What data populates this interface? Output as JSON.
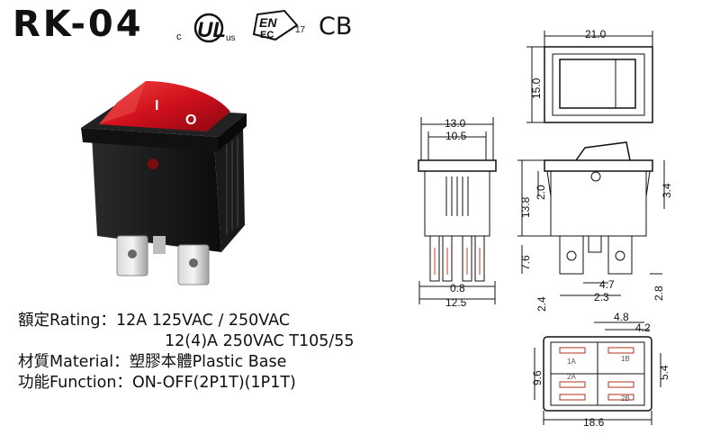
{
  "header": {
    "model": "RK-04",
    "cert_ul_c": "c",
    "cert_ul_us": "us",
    "cert_enec": "EN",
    "cert_enec_sub": "17",
    "cert_cb": "CB"
  },
  "photo": {
    "mark_on": "I",
    "mark_off": "O",
    "accent_red": "#d0101c",
    "body_color": "#161616"
  },
  "specs": {
    "rating_label": "額定Rating：",
    "rating_line1": "12A 125VAC / 250VAC",
    "rating_line2": "12(4)A 250VAC T105/55",
    "material_label": "材質Material：",
    "material_value": "塑膠本體Plastic Base",
    "function_label": "功能Function：",
    "function_value": "ON-OFF(2P1T)(1P1T)"
  },
  "dims": {
    "top_width": "21.0",
    "top_height": "15.0",
    "side_outer": "13.0",
    "side_inner": "10.5",
    "side_small": "0.8",
    "side_bottom": "12.5",
    "front_height": "13.8",
    "front_20": "2.0",
    "front_34": "3.4",
    "front_76": "7.6",
    "front_47": "4.7",
    "front_23": "2.3",
    "front_24": "2.4",
    "front_28": "2.8",
    "bottom_48": "4.8",
    "bottom_42": "4.2",
    "bottom_54": "5.4",
    "bottom_96": "9.6",
    "bottom_186": "18.6",
    "term_1a": "1A",
    "term_2a": "2A",
    "term_1b": "1B",
    "term_2b": "2B"
  }
}
